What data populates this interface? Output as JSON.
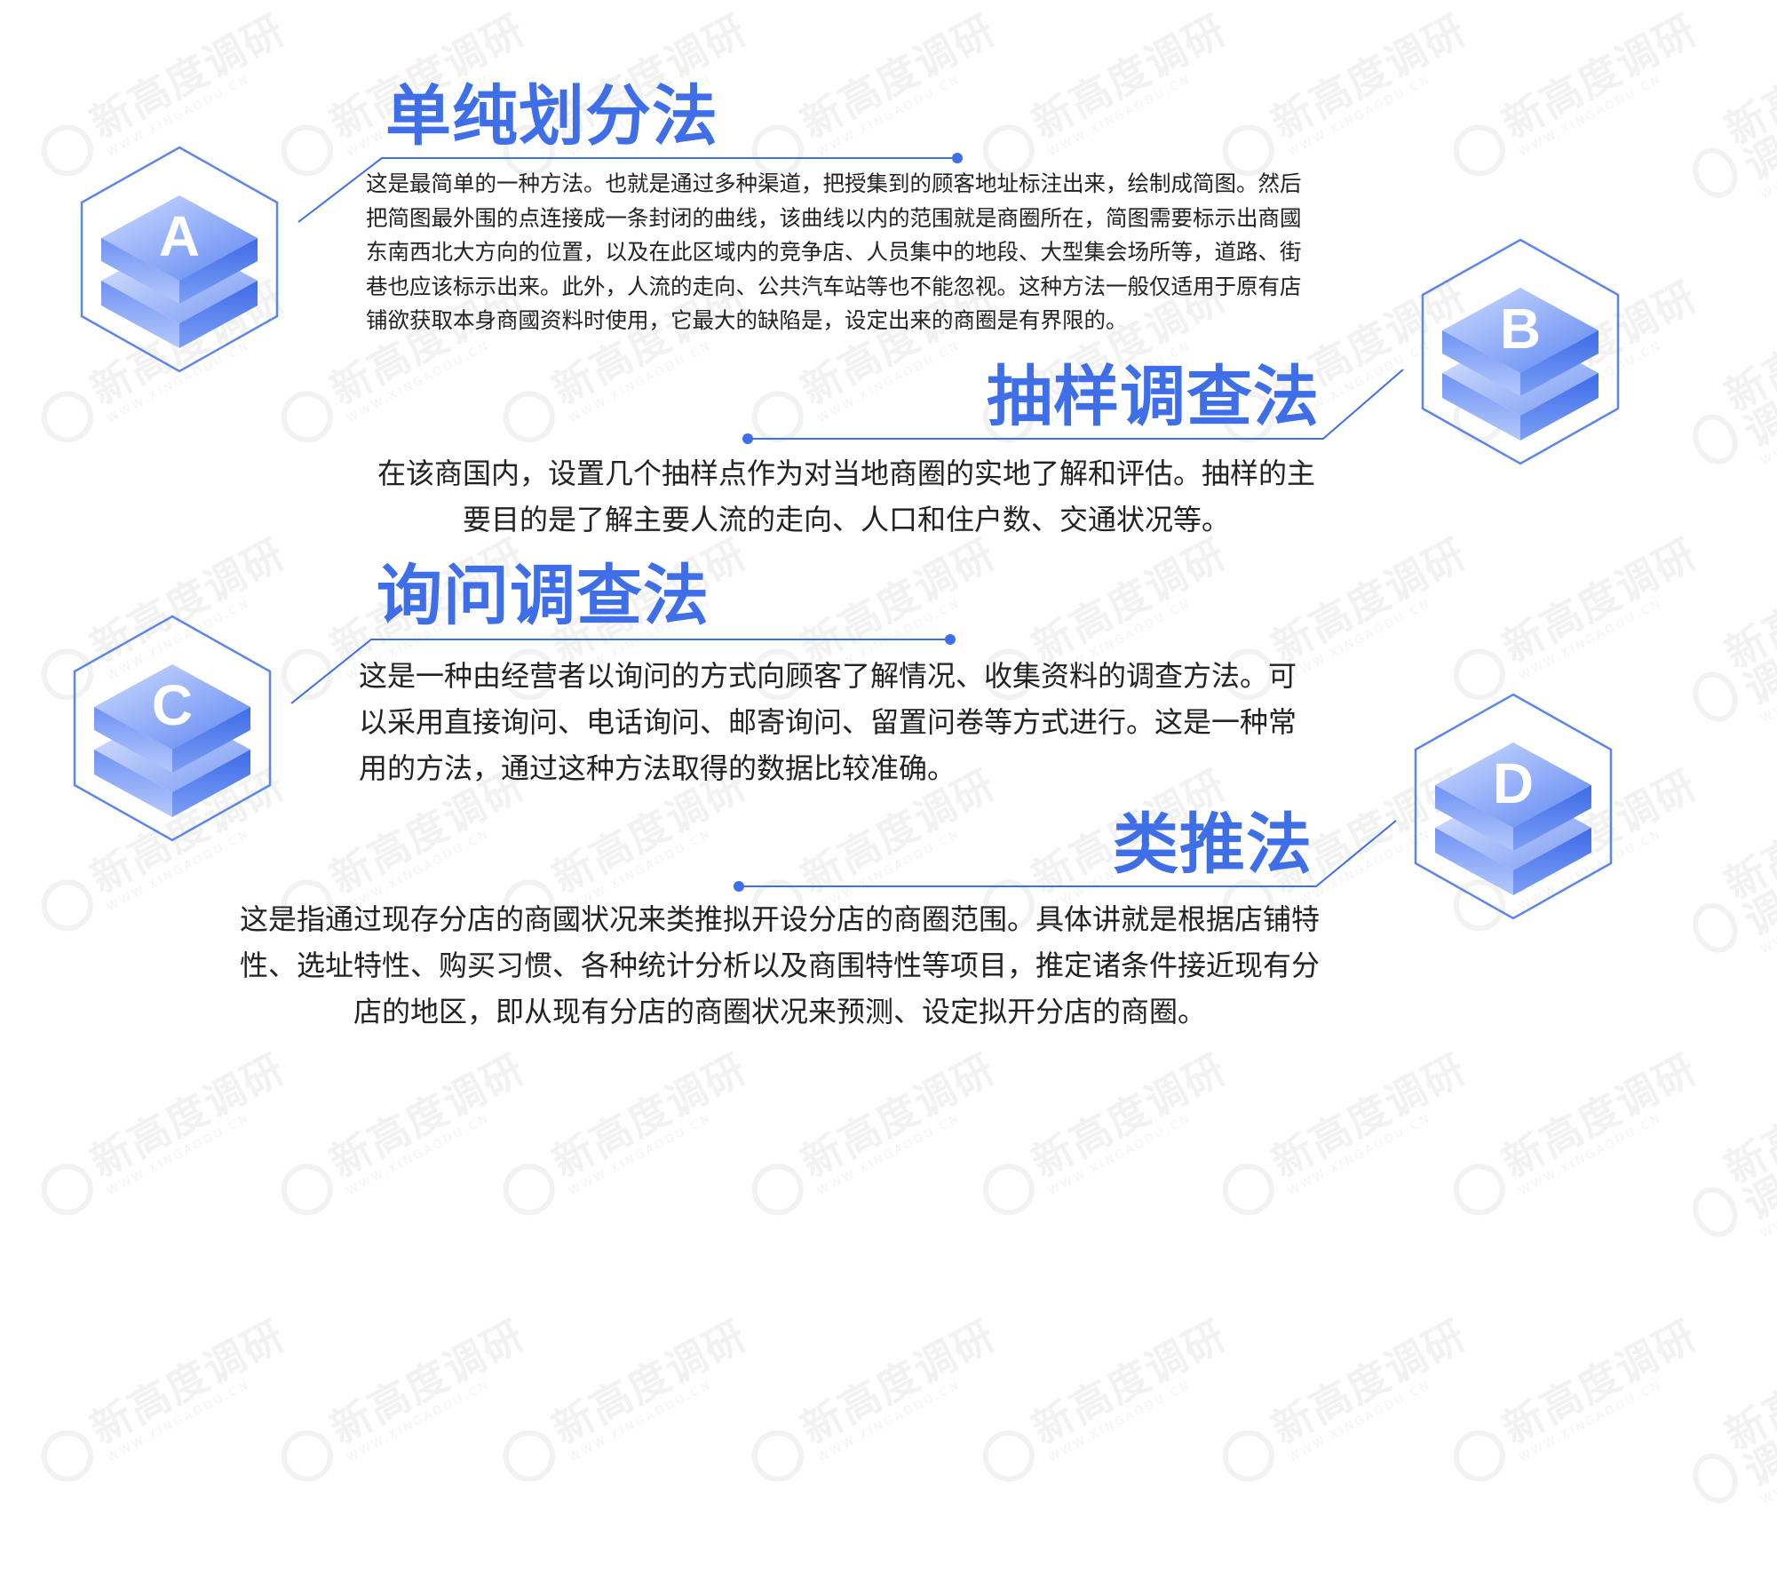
{
  "watermark": {
    "text": "新高度调研",
    "subtext": "WWW.XINGAODU.CN"
  },
  "colors": {
    "accent": "#3f6ee9",
    "line": "#3f6ee9",
    "text": "#222222",
    "hex_outline": "#5b86f0"
  },
  "sections": [
    {
      "letter": "A",
      "title": "单纯划分法",
      "body": "这是最简单的一种方法。也就是通过多种渠道，把授集到的顾客地址标注出来，绘制成简图。然后把简图最外围的点连接成一条封闭的曲线，该曲线以内的范围就是商圈所在，简图需要标示出商國东南西北大方向的位置，以及在此区域内的竞争店、人员集中的地段、大型集会场所等，道路、街巷也应该标示出来。此外，人流的走向、公共汽车站等也不能忽视。这种方法一般仅适用于原有店铺欲获取本身商國资料时使用，它最大的缺陷是，设定出来的商圈是有界限的。"
    },
    {
      "letter": "B",
      "title": "抽样调查法",
      "body": "在该商国内，设置几个抽样点作为对当地商圈的实地了解和评估。抽样的主要目的是了解主要人流的走向、人口和住户数、交通状况等。"
    },
    {
      "letter": "C",
      "title": "询问调查法",
      "body": "这是一种由经营者以询问的方式向顾客了解情况、收集资料的调查方法。可以采用直接询问、电话询问、邮寄询问、留置问卷等方式进行。这是一种常用的方法，通过这种方法取得的数据比较准确。"
    },
    {
      "letter": "D",
      "title": "类推法",
      "body": "这是指通过现存分店的商國状况来类推拟开设分店的商圈范围。具体讲就是根据店铺特性、选址特性、购买习惯、各种统计分析以及商围特性等项目，推定诸条件接近现有分店的地区，即从现有分店的商圈状况来预测、设定拟开分店的商圈。"
    }
  ]
}
